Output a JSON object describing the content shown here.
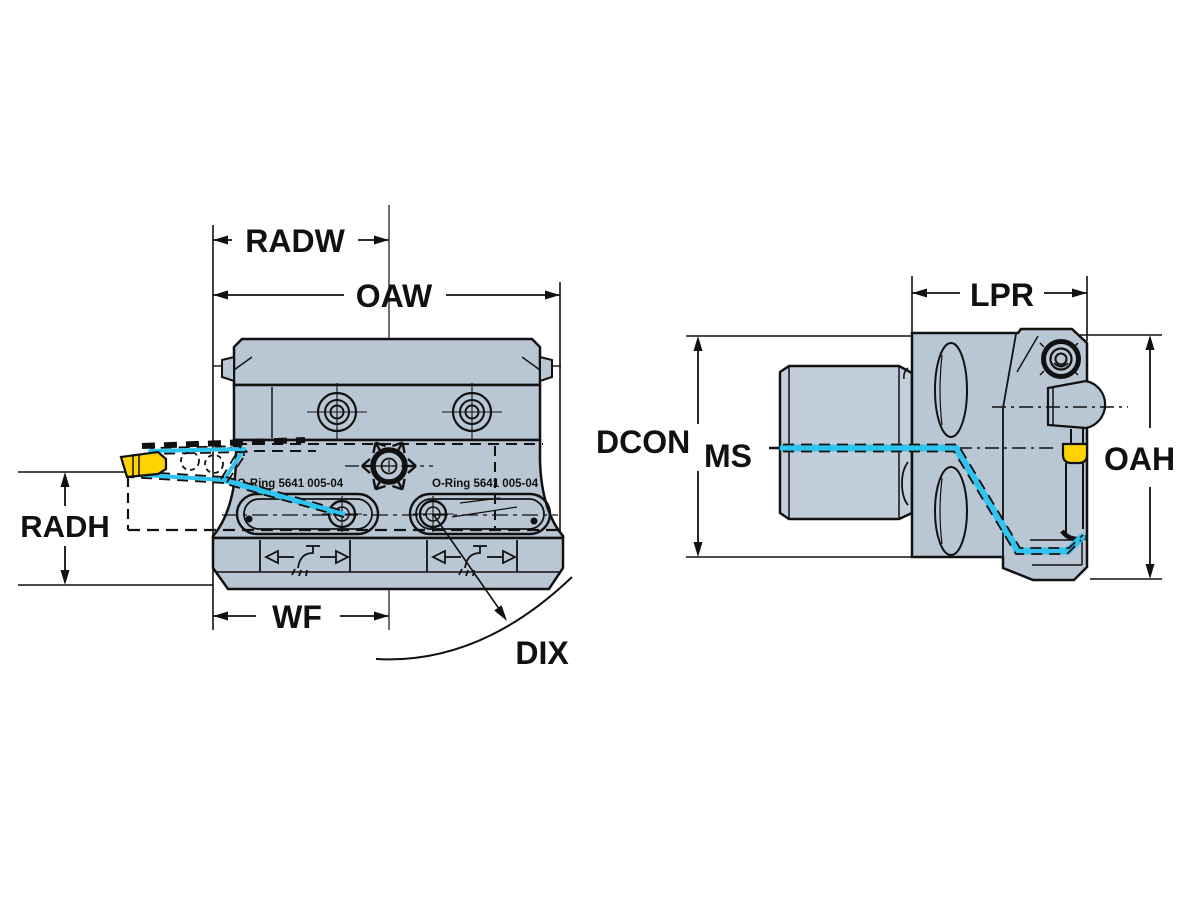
{
  "drawing": {
    "type": "engineering-dimension-drawing",
    "subject": "turning tool holder, front and side views",
    "colors": {
      "background": "#ffffff",
      "body_fill": "#b9c7d4",
      "shaft_fill": "#c2cfdb",
      "outline": "#111111",
      "coolant_line": "#2fc3ef",
      "insert_yellow": "#ffd200"
    }
  },
  "dimensions": {
    "radw": "RADW",
    "oaw": "OAW",
    "radh": "RADH",
    "wf": "WF",
    "dix": "DIX",
    "lpr": "LPR",
    "dcon": "DCON",
    "ms": "MS",
    "oah": "OAH"
  },
  "annotations": {
    "oring_left": "O-Ring 5641 005-04",
    "oring_right": "O-Ring 5641 005-04"
  }
}
